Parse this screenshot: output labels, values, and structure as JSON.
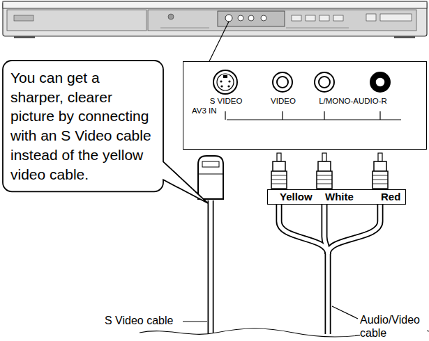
{
  "diagram": {
    "nodes": [
      {
        "text": [
          "You can get a sharper, clearer picture by connecting with an S Video cable instead of the yellow video cable."
        ]
      },
      {
        "text": [
          "S VIDEO",
          "VIDEO",
          "L/MONO-AUDIO-R",
          "AV3 IN"
        ]
      },
      {
        "text": [
          "Yellow",
          "White",
          "Red"
        ]
      }
    ],
    "labels": [
      "S Video cable",
      "Audio/Video cable"
    ]
  }
}
